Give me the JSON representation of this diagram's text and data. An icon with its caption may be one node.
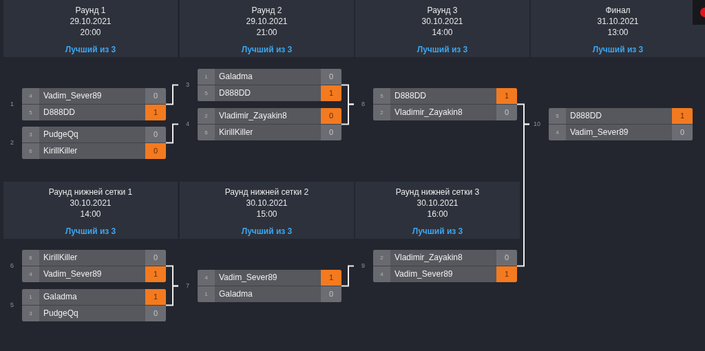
{
  "diagram": {
    "nodes": [
      {
        "text": [
          "Раунд 1",
          "29.10.2021",
          "20:00",
          "Лучший из 3"
        ]
      },
      {
        "text": [
          "Раунд 2",
          "29.10.2021",
          "21:00",
          "Лучший из 3"
        ]
      },
      {
        "text": [
          "Раунд 3",
          "30.10.2021",
          "14:00",
          "Лучший из 3"
        ]
      },
      {
        "text": [
          "Финал",
          "31.10.2021",
          "13:00",
          "Лучший из 3"
        ]
      },
      {
        "text": [],
        "shape": "box",
        "beside": [
          "1"
        ]
      },
      {
        "text": [
          "4",
          "Vadim_Sever89",
          "0"
        ],
        "in": 4
      },
      {
        "text": [
          "5",
          "D888DD",
          "1"
        ],
        "in": 4
      },
      {
        "text": [],
        "shape": "box",
        "beside": [
          "2"
        ]
      },
      {
        "text": [
          "3",
          "PudgeQq",
          "0"
        ],
        "in": 7
      },
      {
        "text": [
          "6",
          "KirillKiller",
          "0"
        ],
        "in": 7
      },
      {
        "text": [],
        "shape": "box",
        "beside": [
          "3"
        ]
      },
      {
        "text": [
          "1",
          "Galadma",
          "0"
        ],
        "in": 10
      },
      {
        "text": [
          "5",
          "D888DD",
          "1"
        ],
        "in": 10
      },
      {
        "text": [],
        "shape": "box",
        "beside": [
          "4"
        ]
      },
      {
        "text": [
          "2",
          "Vladimir_Zayakin8",
          "0"
        ],
        "in": 13
      },
      {
        "text": [
          "6",
          "KirillKiller",
          "0"
        ],
        "in": 13
      },
      {
        "text": [],
        "shape": "box",
        "beside": [
          "8"
        ]
      },
      {
        "text": [
          "5",
          "D888DD",
          "1"
        ],
        "in": 16
      },
      {
        "text": [
          "2",
          "Vladimir_Zayakin8",
          "0"
        ],
        "in": 16
      },
      {
        "text": [],
        "shape": "box",
        "beside": [
          "10"
        ]
      },
      {
        "text": [
          "5",
          "D888DD",
          "1"
        ],
        "in": 19
      },
      {
        "text": [
          "4",
          "Vadim_Sever89",
          "0"
        ],
        "in": 19
      },
      {
        "text": [
          "Раунд нижней сетки 1",
          "30.10.2021",
          "14:00",
          "Лучший из 3"
        ]
      },
      {
        "text": [
          "Раунд нижней сетки 2",
          "30.10.2021",
          "15:00",
          "Лучший из 3"
        ]
      },
      {
        "text": [
          "Раунд нижней сетки 3",
          "30.10.2021",
          "16:00",
          "Лучший из 3"
        ]
      },
      {
        "text": [],
        "shape": "box",
        "beside": [
          "6"
        ]
      },
      {
        "text": [
          "6",
          "KirillKiller",
          "0"
        ],
        "in": 25
      },
      {
        "text": [
          "4",
          "Vadim_Sever89",
          "1"
        ],
        "in": 25
      },
      {
        "text": [],
        "shape": "box",
        "beside": [
          "5"
        ]
      },
      {
        "text": [
          "1",
          "Galadma",
          "1"
        ],
        "in": 28
      },
      {
        "text": [
          "3",
          "PudgeQq",
          "0"
        ],
        "in": 28
      },
      {
        "text": [],
        "shape": "box",
        "beside": [
          "7"
        ]
      },
      {
        "text": [
          "4",
          "Vadim_Sever89",
          "1"
        ],
        "in": 31
      },
      {
        "text": [
          "1",
          "Galadma",
          "0"
        ],
        "in": 31
      },
      {
        "text": [],
        "shape": "box",
        "beside": [
          "9"
        ]
      },
      {
        "text": [
          "2",
          "Vladimir_Zayakin8",
          "0"
        ],
        "in": 34
      },
      {
        "text": [
          "4",
          "Vadim_Sever89",
          "1"
        ],
        "in": 34
      }
    ],
    "edges": [
      {
        "from": 4,
        "to": 10,
        "arrow": "none"
      },
      {
        "from": 7,
        "to": 13,
        "arrow": "none"
      },
      {
        "from": 10,
        "to": 16,
        "arrow": "none"
      },
      {
        "from": 13,
        "to": 16,
        "arrow": "none"
      },
      {
        "from": 16,
        "to": 19,
        "arrow": "none"
      },
      {
        "from": 25,
        "to": 31,
        "arrow": "none"
      },
      {
        "from": 28,
        "to": 31,
        "arrow": "none"
      },
      {
        "from": 31,
        "to": 34,
        "arrow": "none"
      },
      {
        "from": 34,
        "to": 19,
        "arrow": "none"
      }
    ]
  }
}
